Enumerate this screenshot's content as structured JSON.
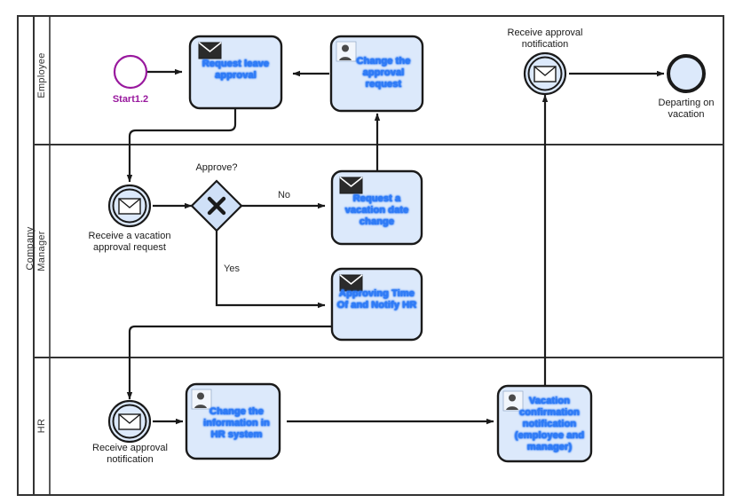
{
  "pool": {
    "name": "Company",
    "lanes": [
      {
        "id": "employee",
        "label": "Employee"
      },
      {
        "id": "manager",
        "label": "Manager"
      },
      {
        "id": "hr",
        "label": "HR"
      }
    ]
  },
  "colors": {
    "task_fill": "#dce9fb",
    "task_stroke": "#1a1a1a",
    "task_text": "#2f7bf6",
    "event_fill": "#dce9fb",
    "event_stroke": "#1a1a1a",
    "start_stroke": "#99199e",
    "start_label": "#99199e",
    "gateway_fill": "#cfe0f7",
    "gateway_stroke": "#1a1a1a",
    "flow_stroke": "#1a1a1a",
    "pool_stroke": "#333333",
    "background": "#ffffff"
  },
  "nodes": {
    "start_event": {
      "type": "start-event",
      "label": "Start1.2",
      "lane": "employee"
    },
    "request_leave_approval": {
      "type": "task-send-message",
      "label": "Request leave approval",
      "icon": "envelope-icon",
      "lane": "employee"
    },
    "change_the_approval_request": {
      "type": "task-user",
      "label": "Change the approval request",
      "icon": "user-icon",
      "lane": "employee"
    },
    "employee_receive_approval_notification": {
      "type": "intermediate-message-catch-event",
      "label": "Receive approval notification",
      "icon": "envelope-icon",
      "lane": "employee"
    },
    "departing_on_vacation": {
      "type": "end-event",
      "label": "Departing on vacation",
      "lane": "employee"
    },
    "receive_vacation_approval_request": {
      "type": "intermediate-message-catch-event",
      "label": "Receive a vacation approval request",
      "icon": "envelope-icon",
      "lane": "manager"
    },
    "approve_gateway": {
      "type": "exclusive-gateway",
      "label": "Approve?",
      "icon": "x-icon",
      "lane": "manager"
    },
    "request_a_vacation_date_change": {
      "type": "task-send-message",
      "label": "Request a vacation date change",
      "icon": "envelope-icon",
      "lane": "manager"
    },
    "approving_time_of_and_notify_hr": {
      "type": "task-send-message",
      "label": "Approving Time Of and Notify HR",
      "icon": "envelope-icon",
      "lane": "manager"
    },
    "hr_receive_approval_notification": {
      "type": "intermediate-message-catch-event",
      "label": "Receive approval notification",
      "icon": "envelope-icon",
      "lane": "hr"
    },
    "change_the_information_in_hr_system": {
      "type": "task-user",
      "label": "Change the information in HR system",
      "icon": "user-icon",
      "lane": "hr"
    },
    "vacation_confirmation_notification": {
      "type": "task-user",
      "label": "Vacation confirmation notification (employee and manager)",
      "icon": "user-icon",
      "lane": "hr"
    }
  },
  "flow_labels": {
    "no": "No",
    "yes": "Yes"
  }
}
